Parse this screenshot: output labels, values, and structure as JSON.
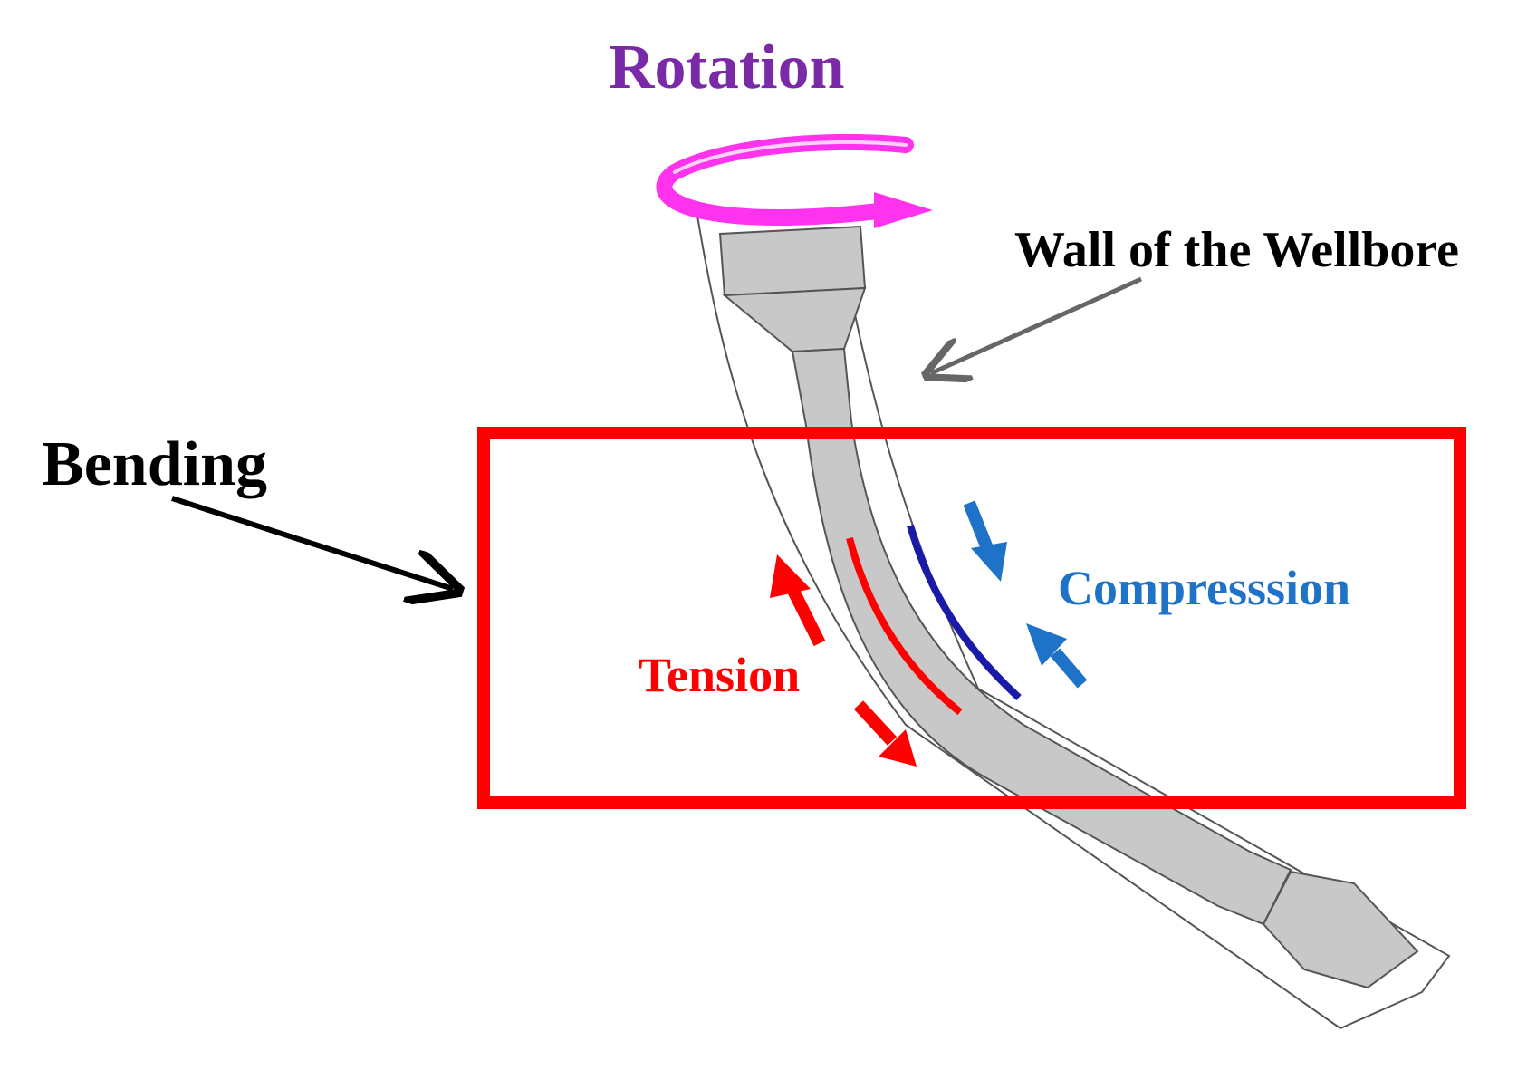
{
  "labels": {
    "rotation": "Rotation",
    "wall": "Wall of the Wellbore",
    "bending": "Bending",
    "compression": "Compresssion",
    "tension": "Tension"
  },
  "colors": {
    "rotation": "#7a2aa6",
    "rotation_arrow": "#ff33ee",
    "tension": "#ff0000",
    "compression": "#1e73c8",
    "compression_line": "#1a1aa8",
    "bending_box": "#ff0000",
    "pipe": "#c8c8c8",
    "wellbore_wall": "#555555"
  }
}
